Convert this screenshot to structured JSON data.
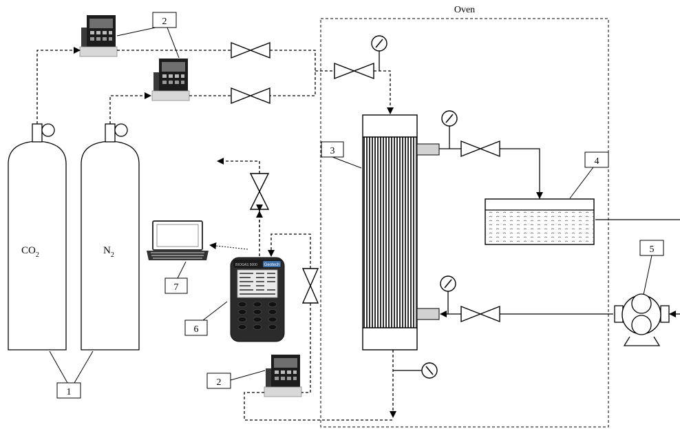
{
  "labels": {
    "oven": "Oven",
    "cylinder_co2": "CO",
    "cylinder_co2_sub": "2",
    "cylinder_n2": "N",
    "cylinder_n2_sub": "2"
  },
  "callouts": {
    "c1": "1",
    "c2a": "2",
    "c2b": "2",
    "c3": "3",
    "c4": "4",
    "c5": "5",
    "c6": "6",
    "c7": "7"
  },
  "device_text": {
    "brand": "Geotech",
    "model": "BIOGAS 5000"
  }
}
